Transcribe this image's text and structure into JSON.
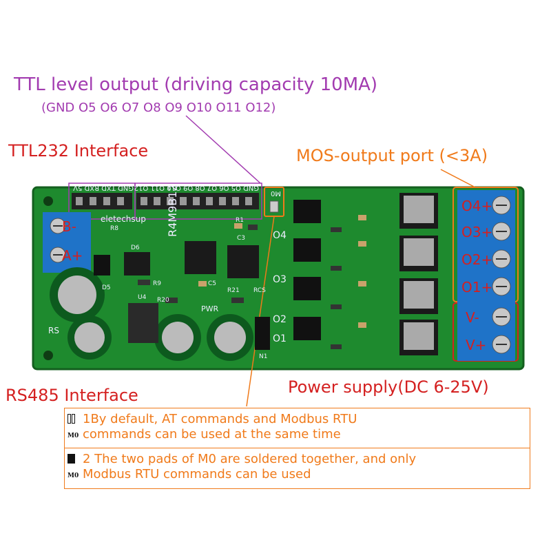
{
  "annotations": {
    "ttl_output_title": "TTL level output (driving capacity 10MA)",
    "ttl_output_pins": "(GND O5 O6 O7 O8 O9 O10 O11 O12)",
    "ttl232": "TTL232 Interface",
    "mos_output": "MOS-output port (<3A)",
    "rs485": "RS485 Interface",
    "power_supply": "Power supply(DC 6-25V)"
  },
  "board": {
    "brand": "eletechsup",
    "model": "R4M9B12",
    "header_left_pins": "GND TXD RXD 5V",
    "header_right_pins": "GND O5 O6 O7 O8 O9 O10 O11 O12",
    "m0_label": "M0",
    "output_labels": [
      "O4",
      "O3",
      "O2",
      "O1"
    ],
    "terminal_outputs": [
      "O4+",
      "O3+",
      "O2+",
      "O1+"
    ],
    "terminal_power": [
      "V-",
      "V+"
    ],
    "rs485_terminals": [
      "B-",
      "A+"
    ],
    "silk_labels": [
      "R8",
      "D6",
      "R9",
      "U4",
      "C5",
      "R20",
      "R21",
      "RCS",
      "PWR",
      "N1",
      "D5",
      "C3",
      "R1"
    ],
    "rs_label": "RS"
  },
  "notes": [
    {
      "text_line1": "1By default, AT commands and Modbus RTU",
      "text_line2": "commands can be used at the same time",
      "pad_label": "M0",
      "pads_joined": false
    },
    {
      "text_line1": "2 The two pads of M0 are soldered together, and only",
      "text_line2": "Modbus RTU commands can be used",
      "pad_label": "M0",
      "pads_joined": true
    }
  ],
  "colors": {
    "pcb": "#1e8a2e",
    "terminal": "#1f73c8",
    "purple": "#a23bb0",
    "red": "#d42020",
    "orange": "#f07a1a"
  }
}
